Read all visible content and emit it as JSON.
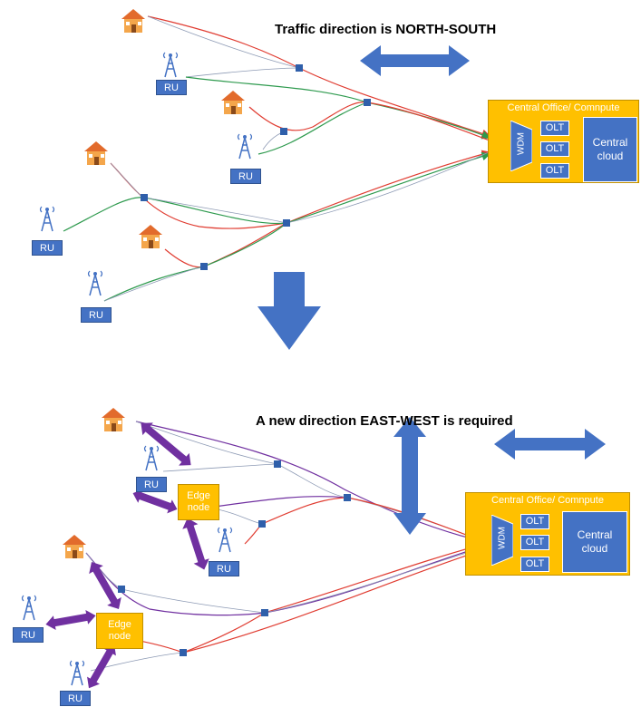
{
  "top": {
    "heading": "Traffic direction is NORTH-SOUTH",
    "central_office": {
      "title": "Central Office/ Comnpute",
      "wdm": "WDM",
      "olts": [
        "OLT",
        "OLT",
        "OLT"
      ],
      "cloud": "Central cloud"
    },
    "ru_labels": [
      "RU",
      "RU",
      "RU",
      "RU"
    ]
  },
  "bottom": {
    "heading": "A new direction EAST-WEST is required",
    "central_office": {
      "title": "Central Office/ Comnpute",
      "wdm": "WDM",
      "olts": [
        "OLT",
        "OLT",
        "OLT"
      ],
      "cloud": "Central cloud"
    },
    "edge_nodes": [
      "Edge node",
      "Edge node"
    ],
    "ru_labels": [
      "RU",
      "RU",
      "RU",
      "RU"
    ]
  },
  "colors": {
    "blue": "#4472c4",
    "orange": "#ffc000",
    "red_fiber": "#e03c31",
    "green_fiber": "#2e9a4e",
    "purple_fiber": "#7030a0",
    "gray_fiber": "#8e9bb5",
    "purple_arrow": "#7030a0"
  },
  "icons": [
    "house-icon",
    "antenna-tower-icon",
    "splitter-node-icon"
  ]
}
